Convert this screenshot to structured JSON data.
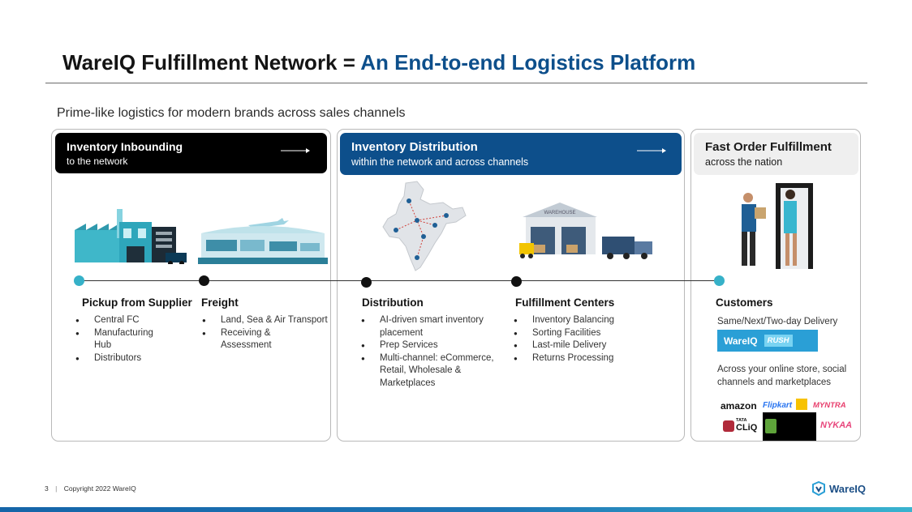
{
  "title": {
    "main": "WareIQ Fulfillment Network = ",
    "accent": "An End-to-end Logistics Platform"
  },
  "subtitle": "Prime-like logistics for modern brands across sales channels",
  "sections": {
    "inbound": {
      "title": "Inventory Inbounding",
      "subtitle": "to the network"
    },
    "distribution": {
      "title": "Inventory Distribution",
      "subtitle": "within the network and across channels"
    },
    "fulfillment": {
      "title": "Fast Order Fulfillment",
      "subtitle": "across the nation"
    }
  },
  "columns": {
    "pickup": {
      "heading": "Pickup from Supplier",
      "items": [
        "Central FC",
        "Manufacturing Hub",
        "Distributors"
      ]
    },
    "freight": {
      "heading": "Freight",
      "items": [
        "Land, Sea & Air Transport",
        "Receiving & Assessment"
      ]
    },
    "distribution": {
      "heading": "Distribution",
      "items": [
        "AI-driven smart inventory placement",
        "Prep Services",
        "Multi-channel: eCommerce, Retail, Wholesale & Marketplaces"
      ]
    },
    "centers": {
      "heading": "Fulfillment Centers",
      "items": [
        "Inventory Balancing",
        "Sorting Facilities",
        "Last-mile Delivery",
        "Returns Processing"
      ]
    },
    "customers": {
      "heading": "Customers",
      "delivery": "Same/Next/Two-day Delivery",
      "badge": {
        "brand": "WareIQ",
        "tag": "RUSH"
      },
      "channels": "Across your online store, social channels and marketplaces",
      "marketplaces": [
        "amazon",
        "Flipkart",
        "MYNTRA",
        "TATA",
        "CLiQ",
        "NYKAA"
      ]
    }
  },
  "illustrations": {
    "warehouse_sign": "WAREHOUSE"
  },
  "footer": {
    "page": "3",
    "copyright": "Copyright 2022 WareIQ",
    "brand": "WareIQ"
  },
  "colors": {
    "navy": "#0d4f8b",
    "teal": "#36b1c8",
    "black": "#000000",
    "light_grey": "#efefef",
    "rush_blue": "#2a9fd6"
  }
}
